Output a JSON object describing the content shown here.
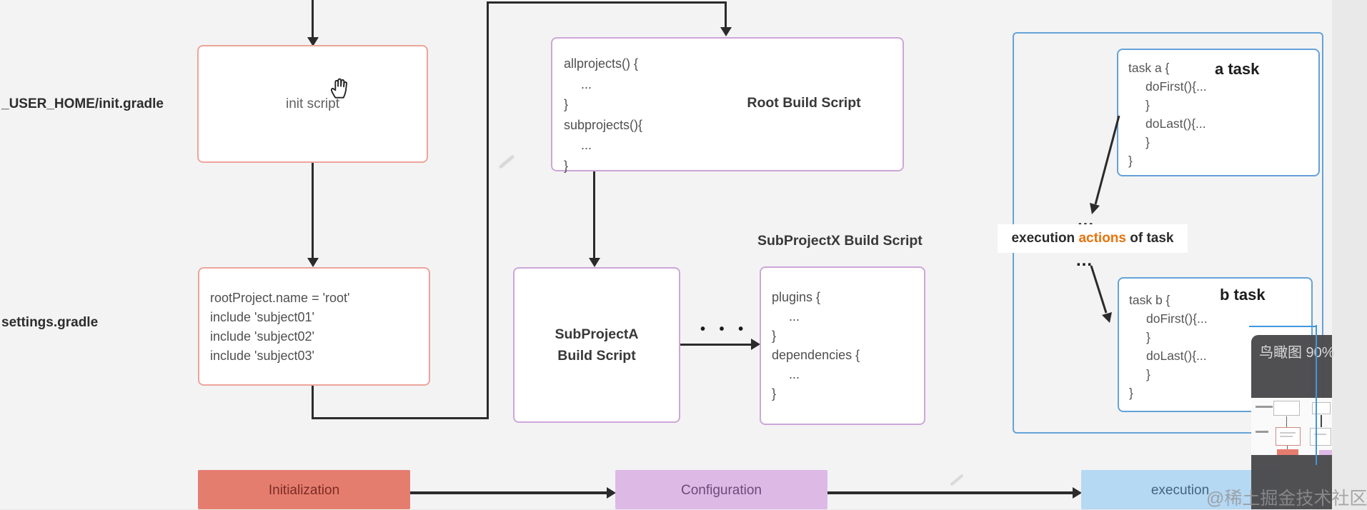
{
  "labels": {
    "user_home": "_USER_HOME/init.gradle",
    "settings": "settings.gradle"
  },
  "init_box": {
    "text": "init script"
  },
  "settings_box": {
    "lines": [
      "rootProject.name = 'root'",
      "include 'subject01'",
      "include 'subject02'",
      "include 'subject03'"
    ]
  },
  "root_box": {
    "title": "Root Build Script",
    "lines": [
      "allprojects() {",
      "...",
      "}",
      "subprojects(){",
      "...",
      "}"
    ]
  },
  "subproject_a": {
    "line1": "SubProjectA",
    "line2": "Build Script"
  },
  "subproject_x": {
    "header": "SubProjectX Build Script",
    "lines": [
      "plugins {",
      "...",
      "}",
      "dependencies {",
      "...",
      "}"
    ]
  },
  "ellipsis_between": "• • •",
  "task_a": {
    "label": "a task",
    "lines": [
      "task a {",
      "doFirst(){...",
      "}",
      "doLast(){...",
      "}",
      "}"
    ]
  },
  "task_b": {
    "label": "b task",
    "lines": [
      "task b {",
      "doFirst(){...",
      "}",
      "doLast(){...",
      "}",
      "}"
    ]
  },
  "execution_note": {
    "dots_top": "...",
    "pre": "execution ",
    "highlight": "actions",
    "post": " of task",
    "dots_bottom": "..."
  },
  "phases": {
    "initialization": "Initialization",
    "configuration": "Configuration",
    "execution": "execution"
  },
  "overlay": {
    "title": "鸟瞰图 90%"
  },
  "watermark": "@稀土掘金技术社区",
  "colors": {
    "salmon_border": "#eda49b",
    "purple_border": "#cda6d8",
    "blue_border": "#64a2d8",
    "actions_orange": "#e8720c",
    "phase_init_fill": "#e57d6f",
    "phase_init_text": "#7c2b23",
    "phase_config_fill": "#ddb9e6",
    "phase_config_text": "#6d4a77",
    "phase_exec_fill": "#b5d8f3",
    "phase_exec_text": "#44657f",
    "arrow": "#2b2b2b",
    "panel_bg": "#4a4a4c"
  }
}
